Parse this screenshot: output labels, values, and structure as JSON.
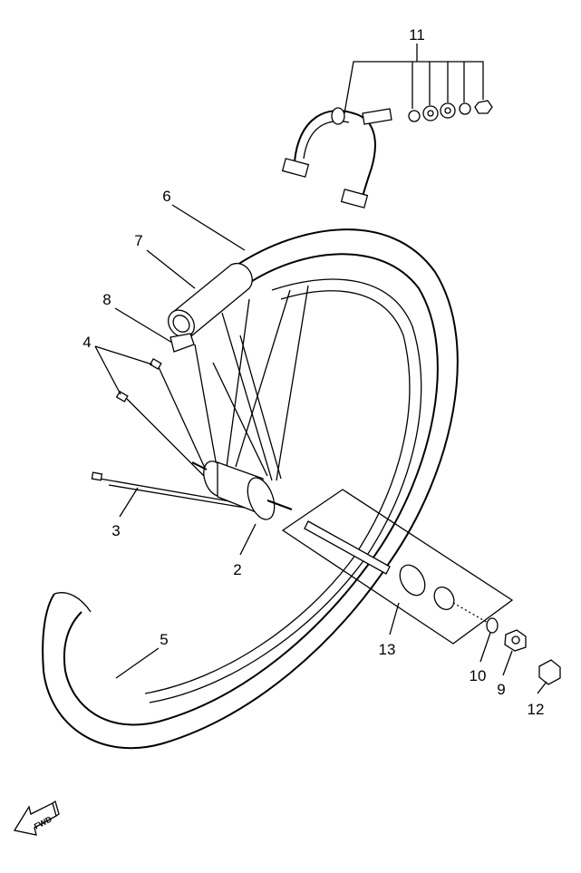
{
  "diagram": {
    "title": "Front wheel exploded parts diagram",
    "labels": {
      "p2": "2",
      "p3": "3",
      "p4": "4",
      "p5": "5",
      "p6": "6",
      "p7": "7",
      "p8": "8",
      "p9": "9",
      "p10": "10",
      "p11": "11",
      "p12": "12",
      "p13": "13"
    },
    "direction_arrow": "FWD"
  }
}
